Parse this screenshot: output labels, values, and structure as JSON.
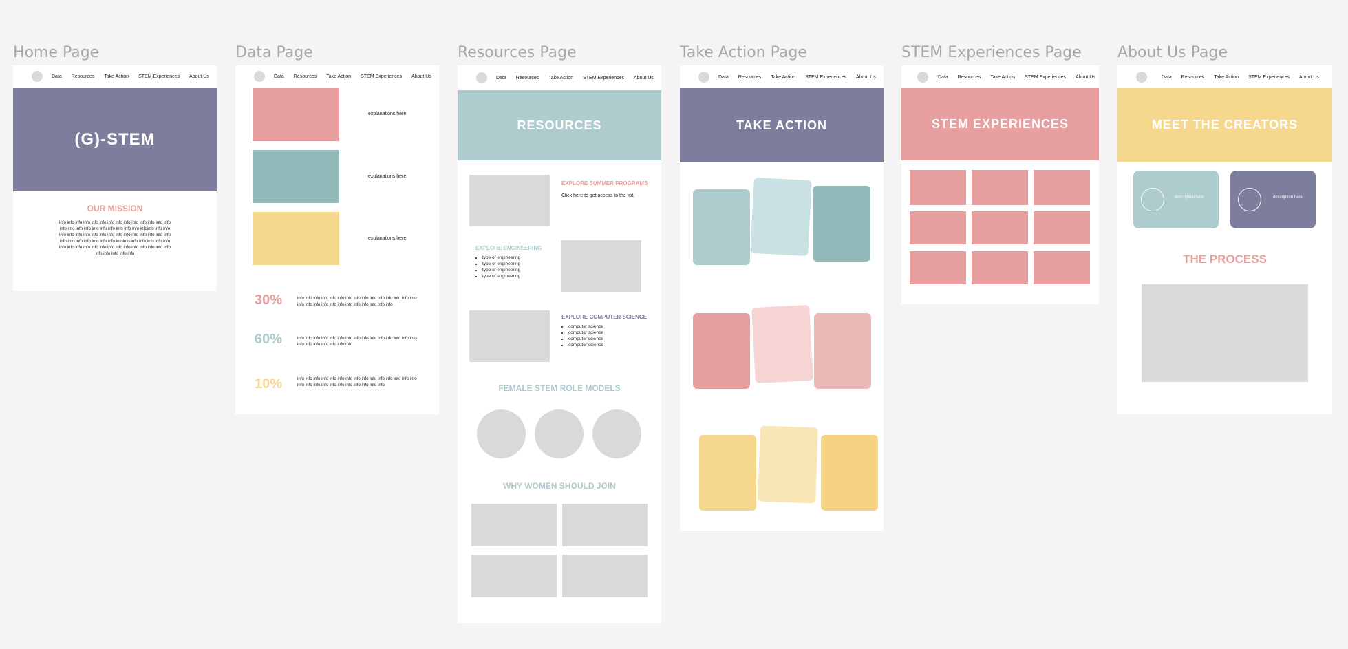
{
  "nav": {
    "data": "Data",
    "resources": "Resources",
    "take_action": "Take Action",
    "stem": "STEM Experiences",
    "about": "About Us"
  },
  "colors": {
    "purple": "#7d7d9c",
    "pink": "#e79e9e",
    "teal": "#aecbcd",
    "teal_dark": "#93b9bb",
    "yellow": "#f5d78e",
    "grey": "#d9d9d9",
    "bg": "#f5f3f3"
  },
  "home": {
    "title": "Home Page",
    "hero": "(G)-STEM",
    "mission_heading": "OUR MISSION",
    "mission_lines": [
      "info info info info info info info info info info info info info info",
      "info info info info info info info info info info infoinfo info info",
      "info info info info info info info info info info info info info info",
      "info info info info info info info infoinfo info info info info info",
      "info info info info info info info info info info info info info info",
      "info info info info info"
    ]
  },
  "data_page": {
    "title": "Data Page",
    "explanations": [
      "explanations here",
      "explanations here",
      "explanations here"
    ],
    "stats": [
      {
        "pct": "30%",
        "text": [
          "info info info info info info info info info info info info info info info",
          "info info info info info info info info info info info info"
        ]
      },
      {
        "pct": "60%",
        "text": [
          "info info info info info info info info info info info info info info info",
          "info info info info info info info"
        ]
      },
      {
        "pct": "10%",
        "text": [
          "info info info info info info info info info info info info info info info",
          "info info info info info info info info info info info"
        ]
      }
    ]
  },
  "resources": {
    "title": "Resources Page",
    "hero": "RESOURCES",
    "summer_heading": "EXPLORE SUMMER PROGRAMS",
    "summer_text": "Click here to get access to the list.",
    "eng_heading": "EXPLORE ENGINEERING",
    "eng_items": [
      "type of engineering",
      "type of engineering",
      "type of engineering",
      "type of engineering"
    ],
    "cs_heading": "EXPLORE COMPUTER SCIENCE",
    "cs_items": [
      "computer science",
      "computer science",
      "computer science",
      "computer science"
    ],
    "role_heading": "FEMALE STEM ROLE MODELS",
    "why_heading": "WHY WOMEN SHOULD JOIN"
  },
  "take_action": {
    "title": "Take Action Page",
    "hero": "TAKE ACTION"
  },
  "stem": {
    "title": "STEM Experiences Page",
    "hero": "STEM EXPERIENCES"
  },
  "about": {
    "title": "About Us Page",
    "hero": "MEET THE CREATORS",
    "desc1": "description here",
    "desc2": "description here",
    "process_heading": "THE PROCESS"
  }
}
